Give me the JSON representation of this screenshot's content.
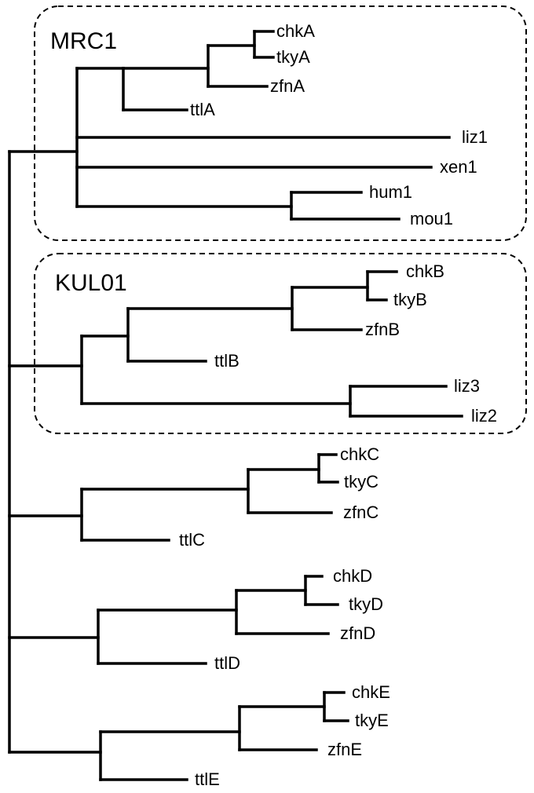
{
  "groups": {
    "mrc1": "MRC1",
    "kul01": "KUL01"
  },
  "leaves": {
    "chkA": "chkA",
    "tkyA": "tkyA",
    "zfnA": "zfnA",
    "ttlA": "ttlA",
    "liz1": "liz1",
    "xen1": "xen1",
    "hum1": "hum1",
    "mou1": "mou1",
    "chkB": "chkB",
    "tkyB": "tkyB",
    "zfnB": "zfnB",
    "ttlB": "ttlB",
    "liz3": "liz3",
    "liz2": "liz2",
    "chkC": "chkC",
    "tkyC": "tkyC",
    "zfnC": "zfnC",
    "ttlC": "ttlC",
    "chkD": "chkD",
    "tkyD": "tkyD",
    "zfnD": "zfnD",
    "ttlD": "ttlD",
    "chkE": "chkE",
    "tkyE": "tkyE",
    "zfnE": "zfnE",
    "ttlE": "ttlE"
  },
  "colors": {
    "line": "#000000",
    "background": "#ffffff"
  }
}
